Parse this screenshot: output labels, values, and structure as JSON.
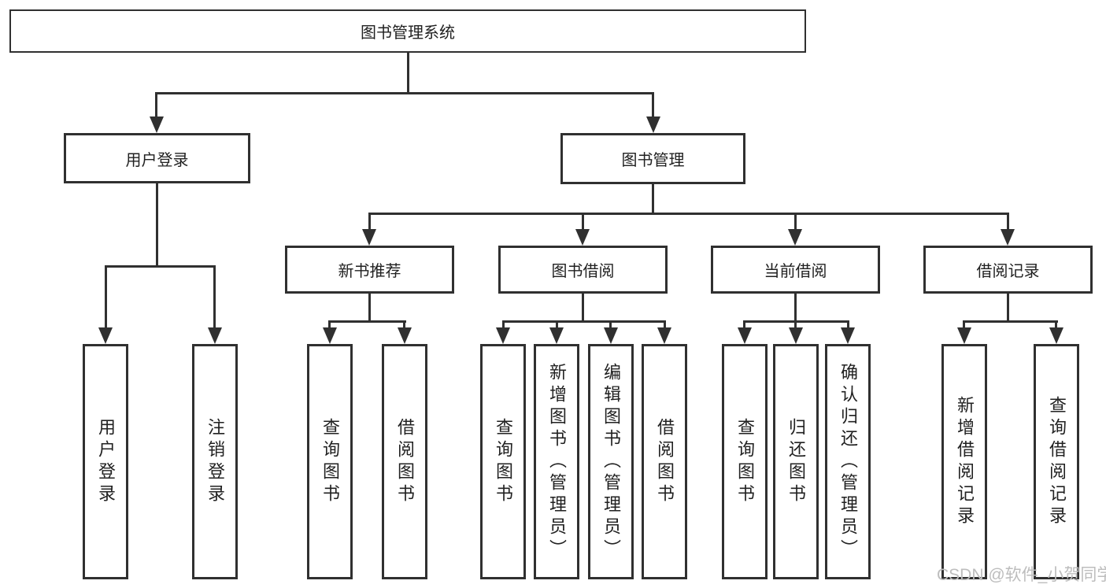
{
  "root": {
    "label": "图书管理系统"
  },
  "branches": [
    {
      "label": "用户登录",
      "leaves": [
        "用户登录",
        "注销登录"
      ]
    },
    {
      "label": "图书管理",
      "groups": [
        {
          "label": "新书推荐",
          "leaves": [
            "查询图书",
            "借阅图书"
          ]
        },
        {
          "label": "图书借阅",
          "leaves": [
            "查询图书",
            "新增图书（管理员）",
            "编辑图书（管理员）",
            "借阅图书"
          ]
        },
        {
          "label": "当前借阅",
          "leaves": [
            "查询图书",
            "归还图书",
            "确认归还（管理员）"
          ]
        },
        {
          "label": "借阅记录",
          "leaves": [
            "新增借阅记录",
            "查询借阅记录"
          ]
        }
      ]
    }
  ],
  "watermark": "CSDN @软件_小贺同学",
  "colors": {
    "line": "#303030",
    "box_background": "#ffffff",
    "watermark": "#bdbdbd"
  }
}
